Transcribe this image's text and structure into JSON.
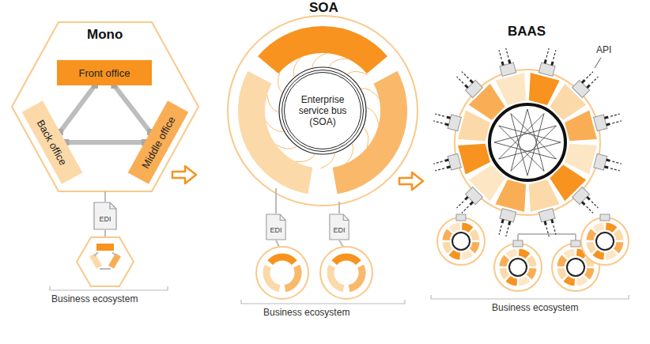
{
  "diagram": {
    "nodes": [
      {
        "text": [
          "Front office"
        ]
      },
      {
        "text": [
          "Back office"
        ]
      },
      {
        "text": [
          "Middle office"
        ]
      },
      {
        "text": [
          "EDI"
        ]
      },
      {
        "text": [
          "Enterprise service bus (SOA)"
        ]
      },
      {
        "text": [
          "EDI"
        ]
      },
      {
        "text": [
          "EDI"
        ]
      }
    ],
    "edges": [
      {
        "from": 0,
        "to": 1,
        "arrow": "none"
      },
      {
        "from": 0,
        "to": 2,
        "arrow": "none"
      },
      {
        "from": 1,
        "to": 2,
        "arrow": "none"
      }
    ],
    "labels": [
      "Mono",
      "SOA",
      "BAAS",
      "Business ecosystem",
      "Business ecosystem",
      "Business ecosystem",
      "API"
    ]
  }
}
